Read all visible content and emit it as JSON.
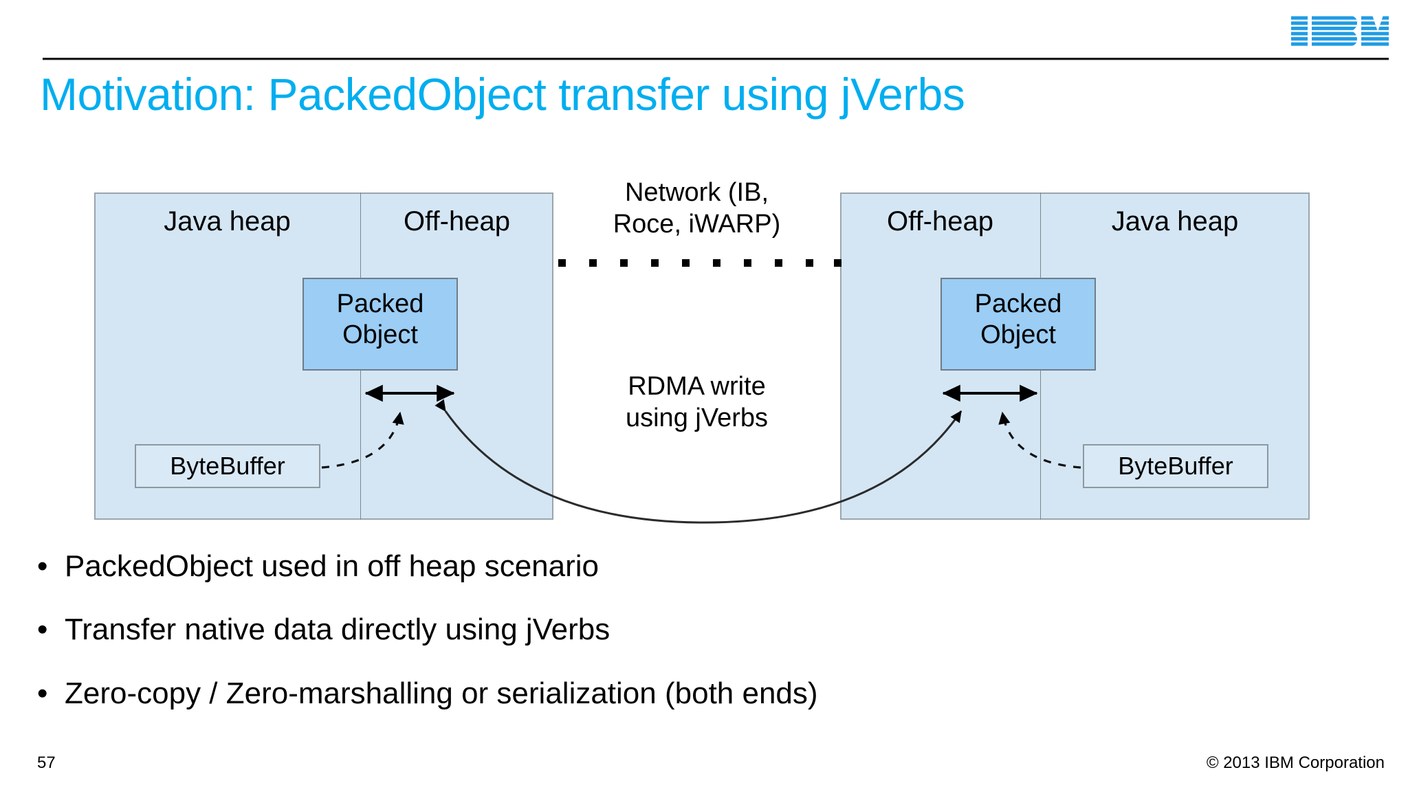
{
  "brand": {
    "logo_name": "ibm-logo",
    "logo_text": "IBM",
    "accent_color": "#00AEEF"
  },
  "title": "Motivation: PackedObject transfer using jVerbs",
  "diagram": {
    "panel_fill": "#d4e6f4",
    "packed_object_fill": "#9bcdf5",
    "left_node": {
      "java_heap_label": "Java heap",
      "off_heap_label": "Off-heap",
      "packed_object_label": "Packed\nObject",
      "bytebuffer_label": "ByteBuffer"
    },
    "right_node": {
      "off_heap_label": "Off-heap",
      "java_heap_label": "Java heap",
      "packed_object_label": "Packed\nObject",
      "bytebuffer_label": "ByteBuffer"
    },
    "network_label": "Network (IB,\nRoce, iWARP)",
    "rdma_label": "RDMA write\nusing jVerbs",
    "network_dot_count": 10
  },
  "bullets": [
    "PackedObject used in off heap scenario",
    "Transfer native data directly using jVerbs",
    "Zero-copy / Zero-marshalling or serialization (both ends)"
  ],
  "bullet_marker": "•",
  "footer": {
    "slide_number": "57",
    "copyright": "© 2013 IBM Corporation"
  }
}
